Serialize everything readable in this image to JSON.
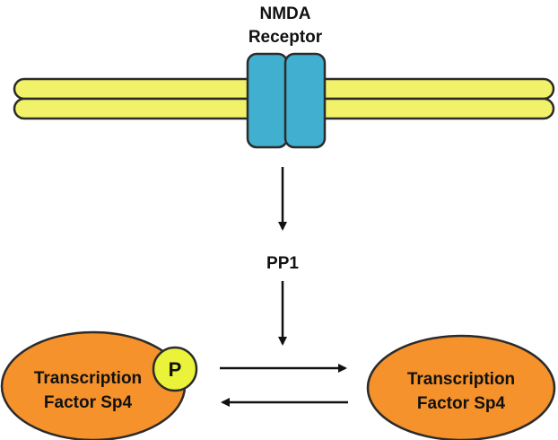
{
  "diagram": {
    "receptor": {
      "label_line1": "NMDA",
      "label_line2": "Receptor"
    },
    "intermediate": {
      "label": "PP1"
    },
    "phosphorylated_factor": {
      "label_line1": "Transcription",
      "label_line2": "Factor Sp4",
      "phospho_label": "P"
    },
    "dephosphorylated_factor": {
      "label_line1": "Transcription",
      "label_line2": "Factor Sp4"
    },
    "colors": {
      "membrane_fill": "#f2f26a",
      "membrane_stroke": "#2b2b2b",
      "receptor_fill": "#41afd0",
      "factor_fill": "#f5922b",
      "phospho_fill": "#eaf23a",
      "arrow": "#111111"
    }
  }
}
